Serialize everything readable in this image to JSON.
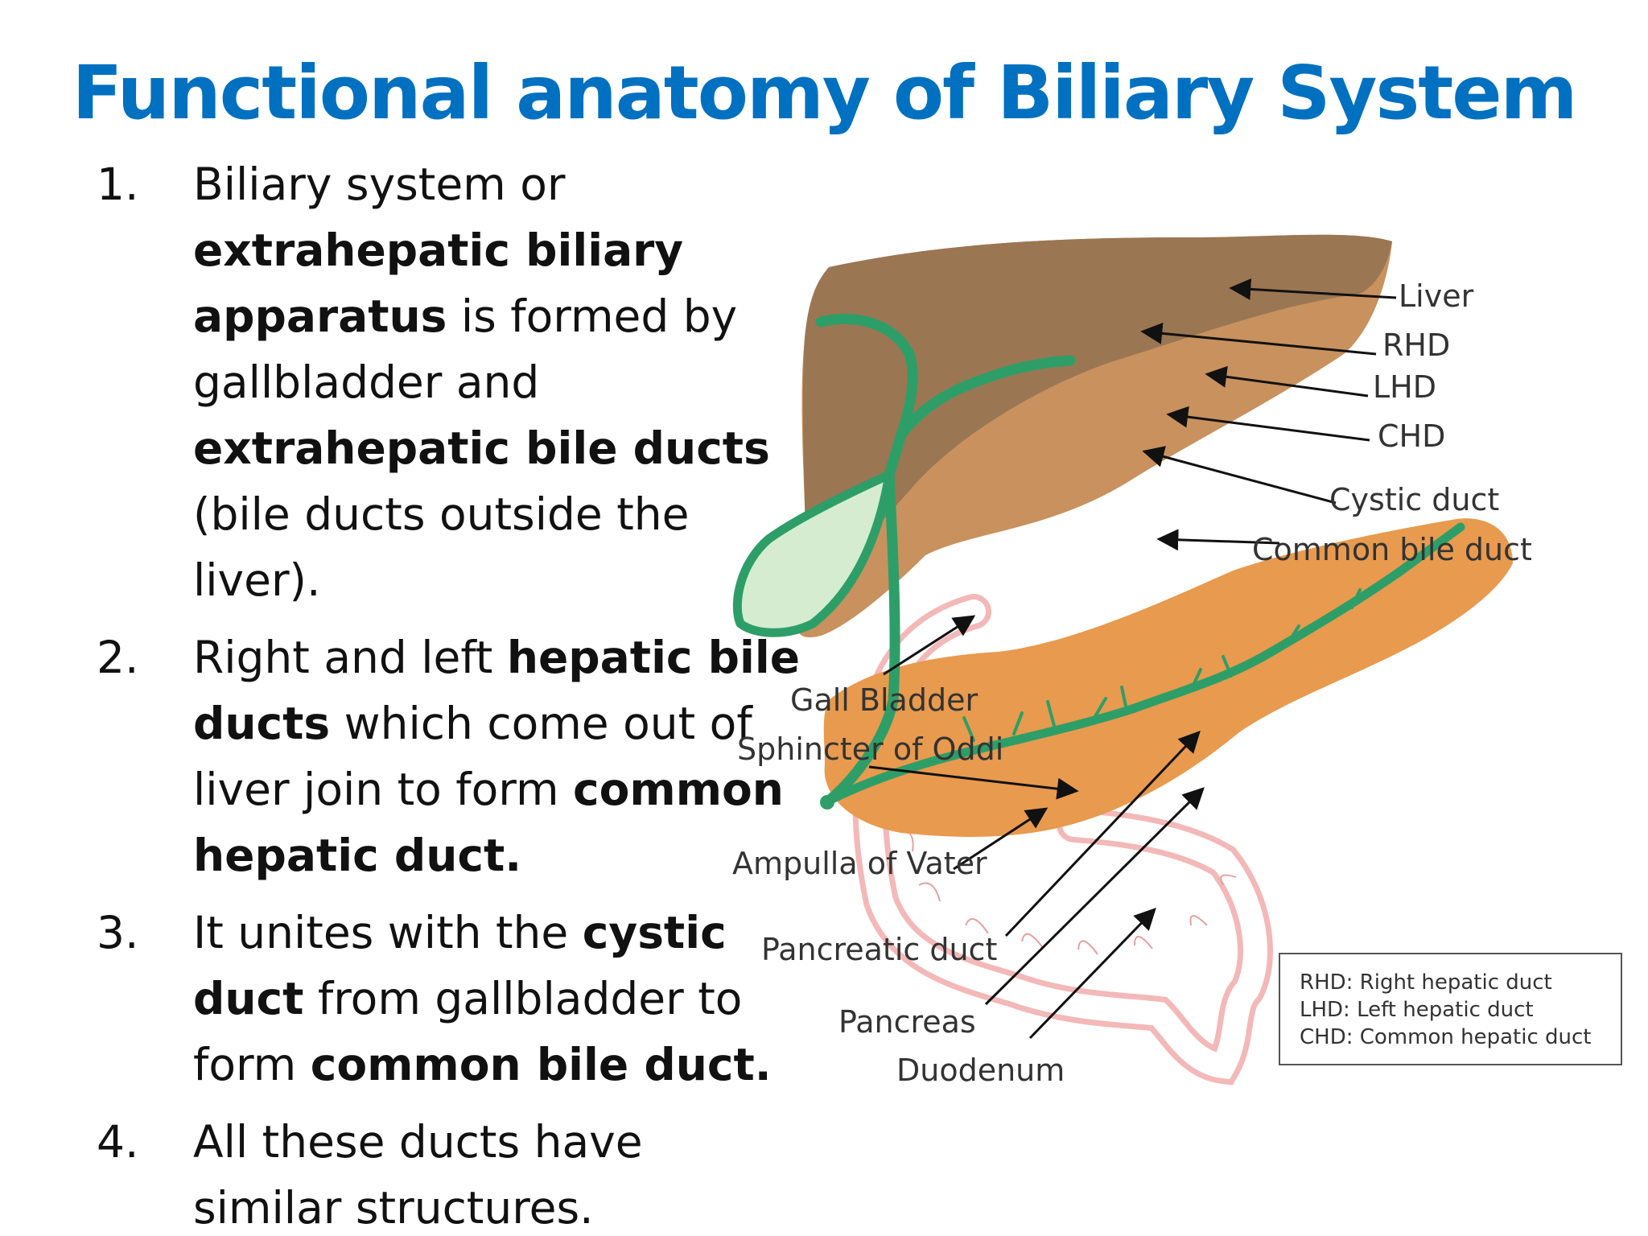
{
  "title": "Functional anatomy of Biliary System",
  "points": [
    {
      "num": "1.",
      "parts": [
        {
          "text": "Biliary system or ",
          "bold": false
        },
        {
          "text": "extrahepatic biliary apparatus",
          "bold": true
        },
        {
          "text": " is formed by gallbladder and ",
          "bold": false
        },
        {
          "text": "extrahepatic bile ducts",
          "bold": true
        },
        {
          "text": " (bile ducts outside the liver).",
          "bold": false
        }
      ]
    },
    {
      "num": "2.",
      "parts": [
        {
          "text": "Right and left ",
          "bold": false
        },
        {
          "text": "hepatic bile ducts",
          "bold": true
        },
        {
          "text": " which come out of liver join to form ",
          "bold": false
        },
        {
          "text": "common hepatic duct.",
          "bold": true
        }
      ]
    },
    {
      "num": "3.",
      "parts": [
        {
          "text": "It unites with the ",
          "bold": false
        },
        {
          "text": "cystic duct",
          "bold": true
        },
        {
          "text": " from gallbladder to form ",
          "bold": false
        },
        {
          "text": "common bile duct.",
          "bold": true
        }
      ]
    },
    {
      "num": "4.",
      "parts": [
        {
          "text": "All these ducts have similar structures.",
          "bold": false
        }
      ]
    }
  ],
  "diagram": {
    "labels": {
      "liver": "Liver",
      "rhd": "RHD",
      "lhd": "LHD",
      "chd": "CHD",
      "cystic_duct": "Cystic duct",
      "common_bile_duct": "Common bile duct",
      "gall_bladder": "Gall Bladder",
      "sphincter_of_oddi": "Sphincter of Oddi",
      "ampulla_of_vater": "Ampulla of Vater",
      "pancreatic_duct": "Pancreatic duct",
      "pancreas": "Pancreas",
      "duodenum": "Duodenum"
    },
    "legend": [
      "RHD: Right hepatic duct",
      "LHD: Left hepatic duct",
      "CHD: Common hepatic duct"
    ],
    "colors": {
      "liver_dark": "#9b7653",
      "liver_light": "#c8915e",
      "duct_green": "#2e9e68",
      "gallbladder_fill": "#d5ecd0",
      "pancreas": "#e89a4e",
      "duodenum_outline": "#f3b8b8"
    }
  }
}
